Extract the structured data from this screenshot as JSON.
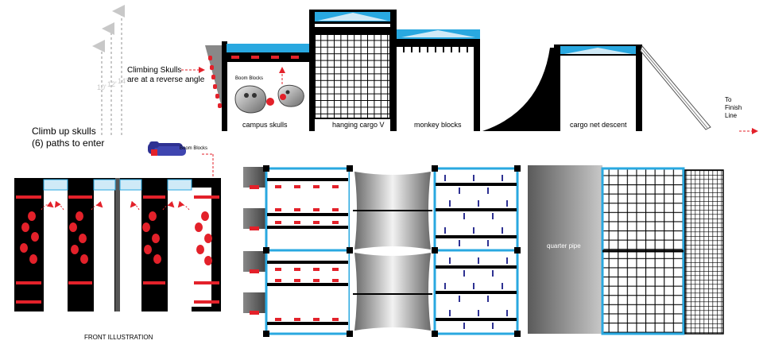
{
  "labels": {
    "climbing_skulls_line1": "Climbing Skulls",
    "climbing_skulls_line2": "are at a reverse angle",
    "boom_blocks_top": "Boom Blocks",
    "boom_blocks_left": "Boom Blocks",
    "climb_up_line1": "Climb up skulls",
    "climb_up_line2": "(6) paths to enter",
    "front_illustration": "FRONT ILLUSTRATION",
    "quarter_pipe": "quarter pipe",
    "height_10": "10'",
    "height_12": "12'",
    "height_14": "14'",
    "to_finish_1": "To",
    "to_finish_2": "Finish",
    "to_finish_3": "Line"
  },
  "stations": {
    "campus_skulls": "campus skulls",
    "hanging_cargo": "hanging cargo V",
    "monkey_blocks": "monkey blocks",
    "cargo_descent": "cargo net descent"
  },
  "colors": {
    "accent_blue": "#29a8e0",
    "light_blue": "#cfeaf7",
    "hold_red": "#e3212a",
    "structure_black": "#000000",
    "block_navy": "#2e3192",
    "guide_gray": "#c8c8c8"
  }
}
